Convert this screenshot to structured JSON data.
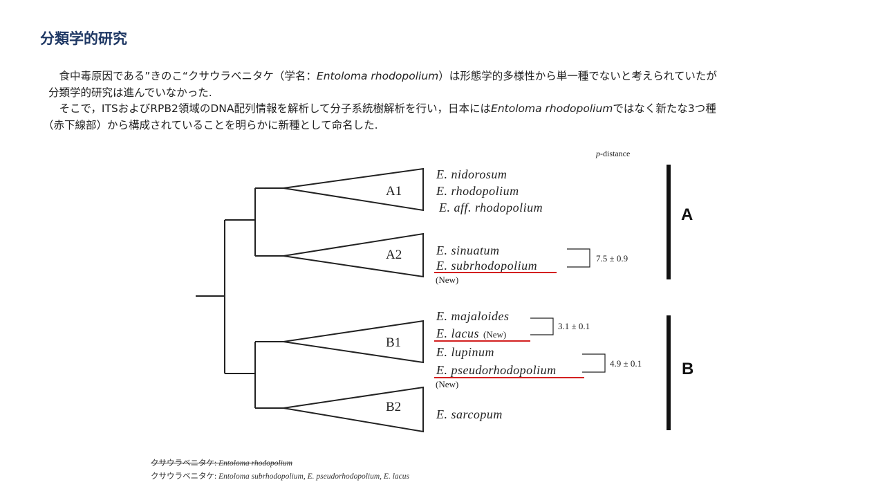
{
  "title": "分類学的研究",
  "paragraph": {
    "line1_pre": "　食中毒原因である”きのこ“クサウラベニタケ（学名：",
    "line1_sci": "Entoloma rhodopolium",
    "line1_post": "）は形態学的多様性から単一種でないと考えられていたが",
    "line2": "分類学的研究は進んでいなかった.",
    "line3_pre": "　そこで，ITSおよびRPB2領域のDNA配列情報を解析して分子系統樹解析を行い，日本には",
    "line3_sci": "Entoloma rhodopolium",
    "line3_post": "ではなく新たな3つ種",
    "line4": "（赤下線部）から構成されていることを明らかに新種として命名した."
  },
  "tree": {
    "p_distance_label_prefix": "p",
    "p_distance_label_suffix": "-distance",
    "clades": {
      "A1": "A1",
      "A2": "A2",
      "B1": "B1",
      "B2": "B2"
    },
    "groups": {
      "A": "A",
      "B": "B"
    },
    "species": {
      "nidorosum": "E. nidorosum",
      "rhodopolium": "E. rhodopolium",
      "aff_rhodopolium": "E. aff. rhodopolium",
      "sinuatum": "E. sinuatum",
      "subrhodopolium": "E. subrhodopolium",
      "majaloides": "E. majaloides",
      "lacus": "E. lacus",
      "lupinum": "E. lupinum",
      "pseudorhodopolium": "E. pseudorhodopolium",
      "sarcopum": "E. sarcopum"
    },
    "new_label": "(New)",
    "distances": {
      "A2": "7.5 ± 0.9",
      "B1_top": "3.1 ± 0.1",
      "B1_bottom": "4.9 ± 0.1"
    },
    "underline_color": "#d32020"
  },
  "footnote": {
    "line1_jp": "クサウラベニタケ: ",
    "line1_sci": "Entoloma rhodopolium",
    "line2_jp": "クサウラベニタケ: ",
    "line2_sci": "Entoloma subrhodopolium, E. pseudorhodopolium, E. lacus"
  }
}
